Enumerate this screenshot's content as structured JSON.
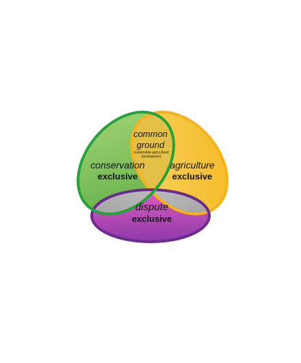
{
  "regions": {
    "common": {
      "line1": "common",
      "line2": "ground",
      "sub1": "sustainable agricultural",
      "sub2": "development"
    },
    "conservation": {
      "title": "conservation",
      "subtitle": "exclusive"
    },
    "agriculture": {
      "title": "agriculture",
      "subtitle": "exclusive"
    },
    "dispute": {
      "title": "dispute",
      "subtitle": "exclusive"
    }
  },
  "colors": {
    "conservation_fill": "#7dc25a",
    "conservation_stroke": "#23a33a",
    "agriculture_fill": "#f7c233",
    "agriculture_stroke": "#f5b21a",
    "dispute_fill": "#c04bb0",
    "dispute_stroke": "#6a2b90",
    "overlap_gray": "#b9b9b9"
  }
}
